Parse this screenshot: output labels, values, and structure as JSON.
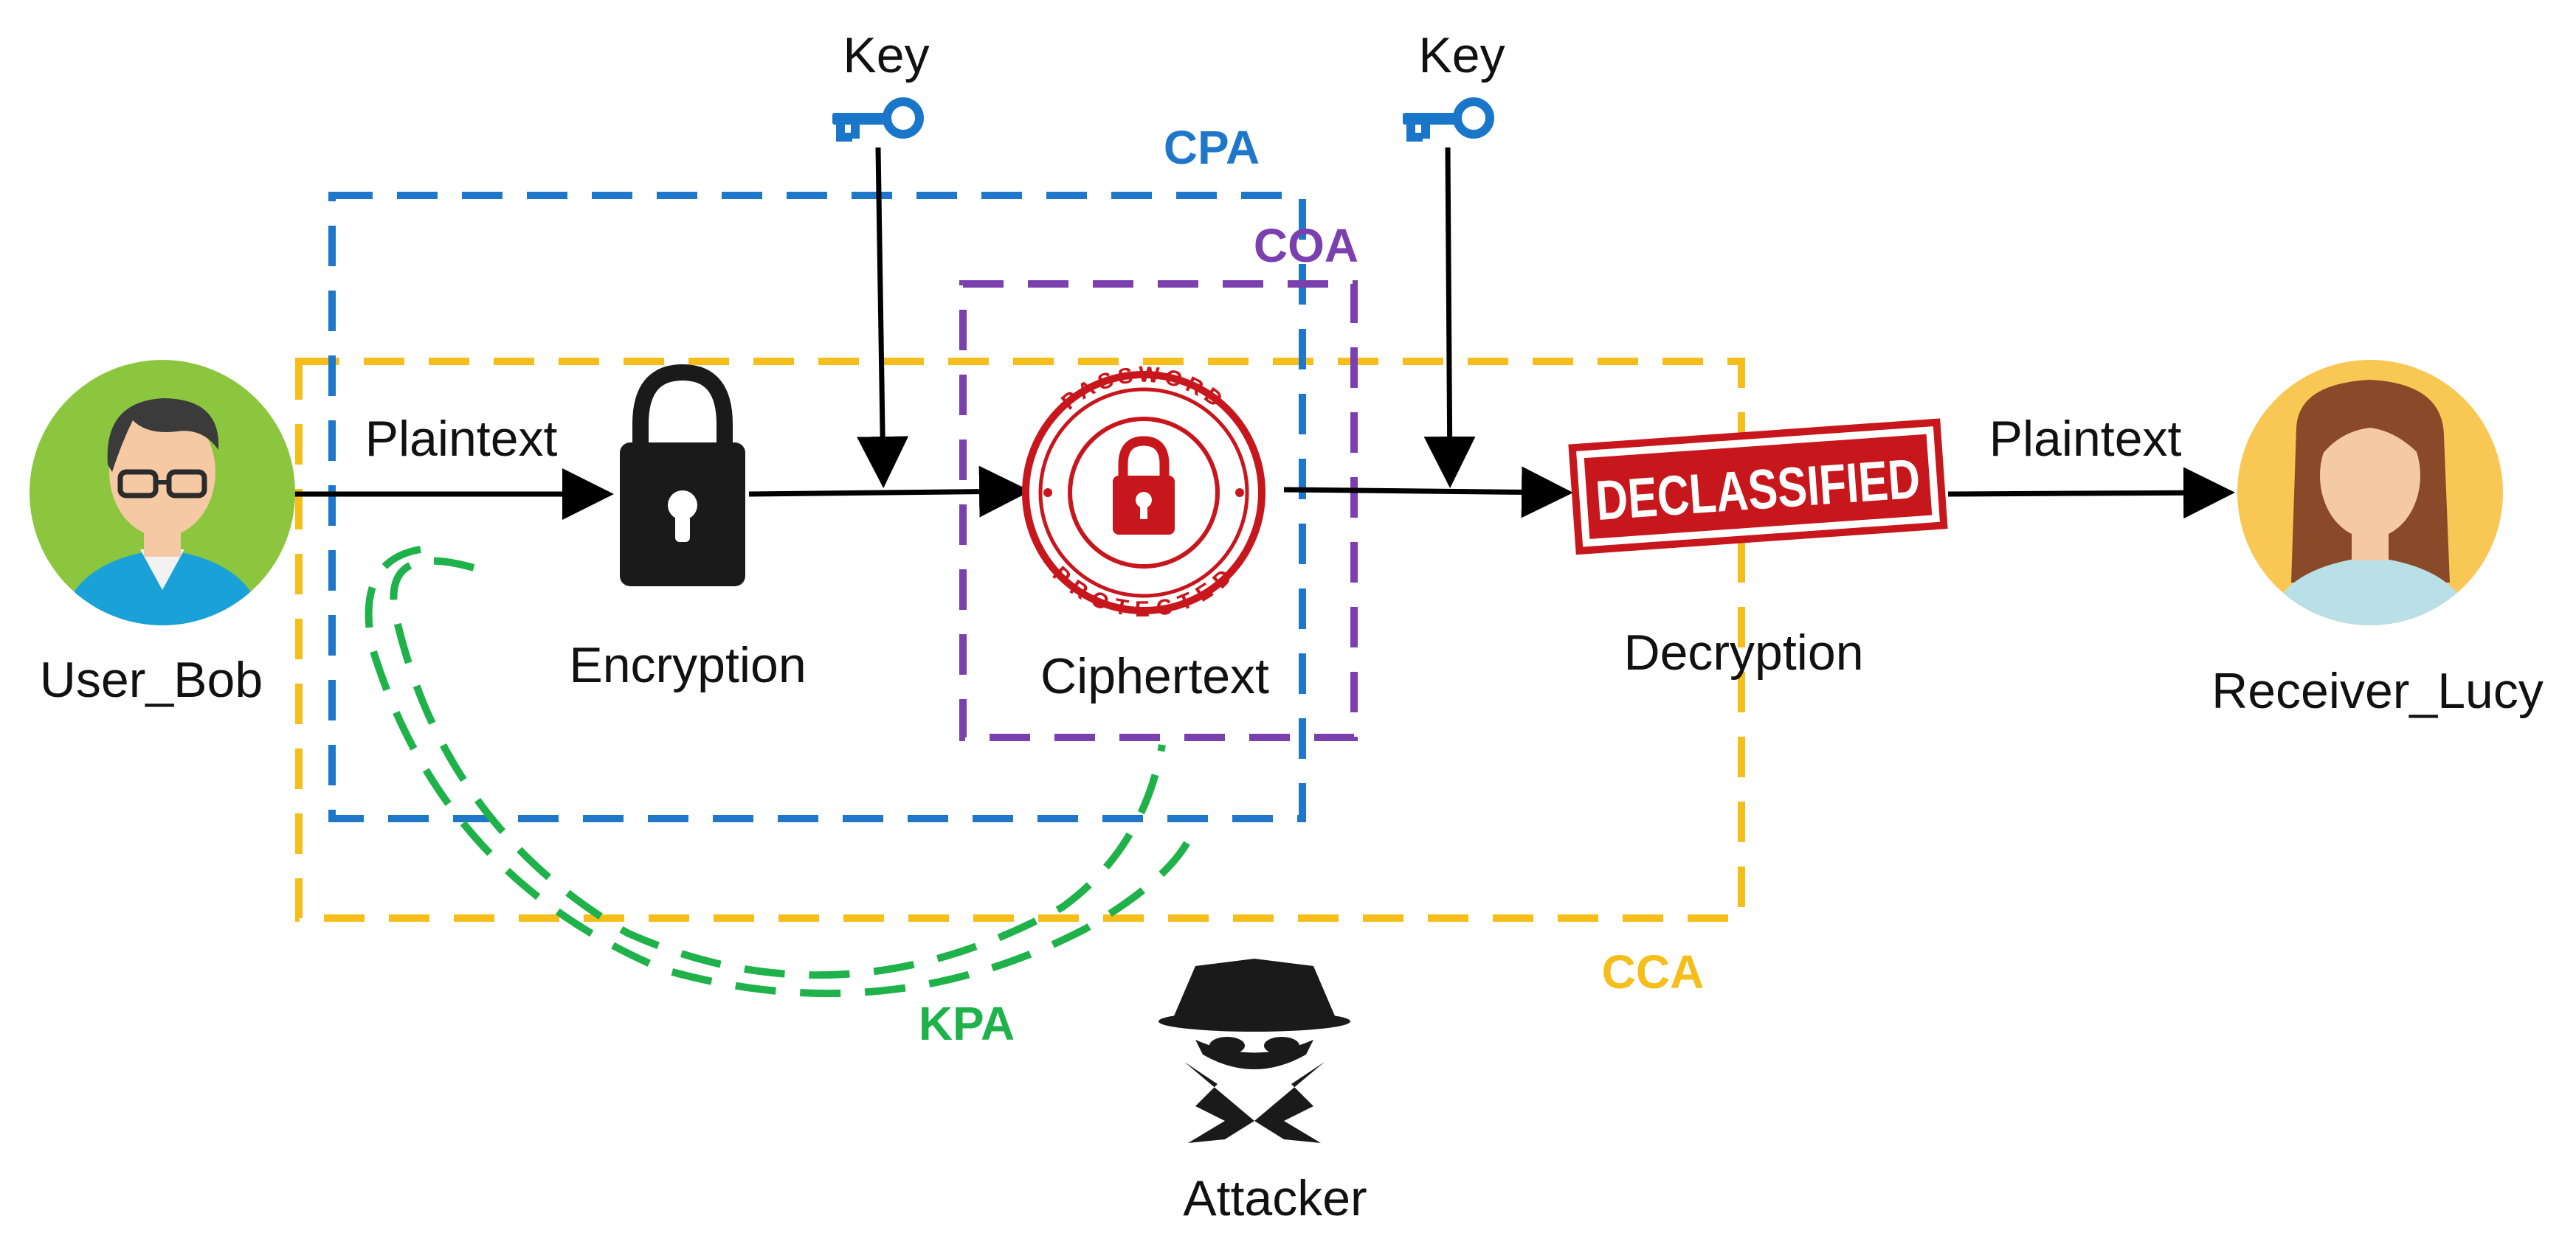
{
  "labels": {
    "key_left": "Key",
    "key_right": "Key",
    "plaintext_in": "Plaintext",
    "plaintext_out": "Plaintext",
    "user": "User_Bob",
    "encryption": "Encryption",
    "ciphertext": "Ciphertext",
    "decryption": "Decryption",
    "receiver": "Receiver_Lucy",
    "attacker": "Attacker"
  },
  "attacks": {
    "cpa": "CPA",
    "coa": "COA",
    "cca": "CCA",
    "kpa": "KPA"
  },
  "stamps": {
    "password_top": "PASSWORD",
    "password_bottom": "PROTECTED",
    "declassified": "DECLASSIFIED"
  },
  "colors": {
    "cpa": "#1f77c9",
    "coa": "#7b3fae",
    "cca": "#f5be1a",
    "kpa": "#1fb24a",
    "key": "#1976c9",
    "stamp": "#c8161d"
  }
}
